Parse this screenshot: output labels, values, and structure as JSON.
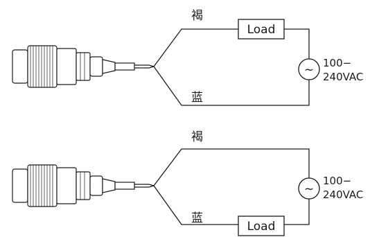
{
  "circuits": [
    {
      "wire_top_label": "褐",
      "wire_bottom_label": "蓝",
      "load_label": "Load",
      "load_position": "top",
      "ac_symbol": "~",
      "voltage_line1": "100−",
      "voltage_line2": "240VAC"
    },
    {
      "wire_top_label": "褐",
      "wire_bottom_label": "蓝",
      "load_label": "Load",
      "load_position": "bottom",
      "ac_symbol": "~",
      "voltage_line1": "100−",
      "voltage_line2": "240VAC"
    }
  ]
}
